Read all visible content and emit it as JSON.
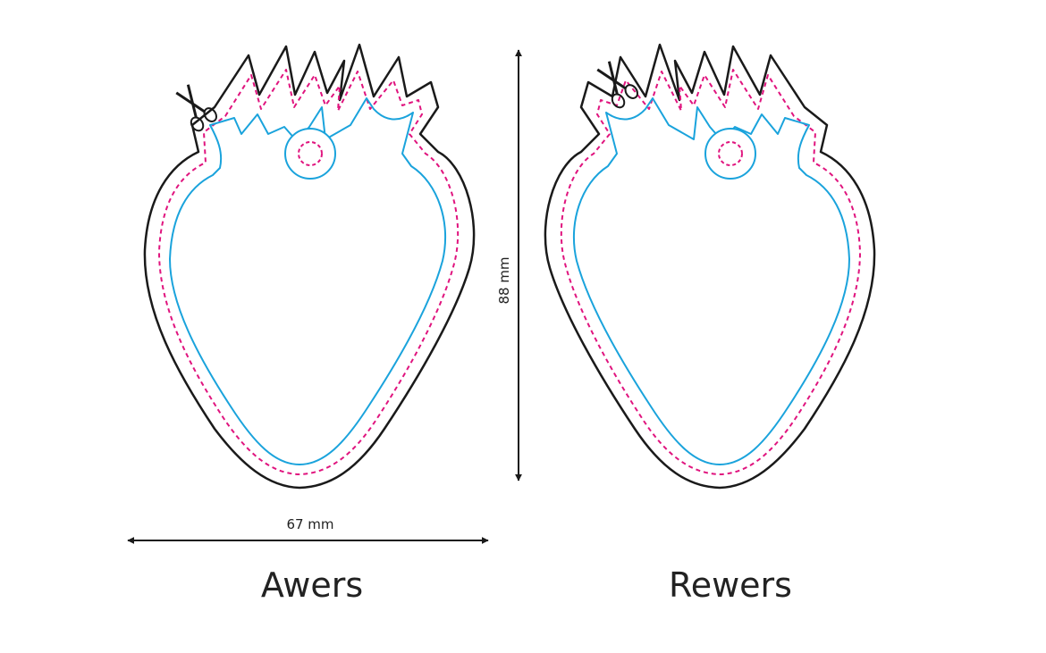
{
  "dimensions": {
    "width_label": "67 mm",
    "height_label": "88 mm"
  },
  "sides": {
    "front_label": "Awers",
    "back_label": "Rewers"
  },
  "colors": {
    "cut_line": "#1a1a1a",
    "bleed_line": "#e0147e",
    "safe_area_line": "#1aa3dc",
    "dimension_arrow": "#1a1a1a"
  },
  "icons": {
    "cut_marker": "scissors-icon"
  }
}
